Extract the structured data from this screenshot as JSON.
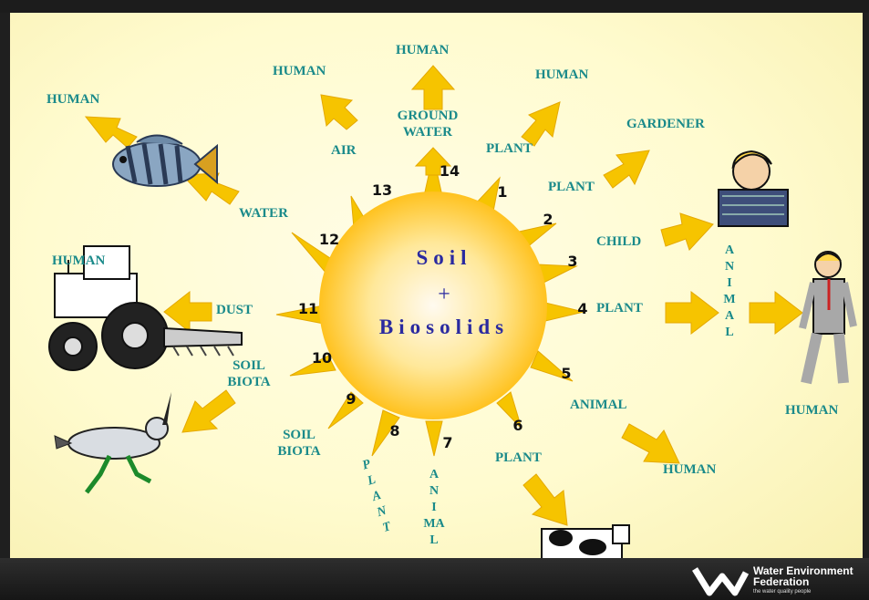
{
  "center": {
    "line1": "Soil",
    "plus": "+",
    "line2": "Biosolids"
  },
  "colors": {
    "arrow": "#f6c400",
    "label": "#1a8a8a",
    "center_text": "#2a2aa0",
    "sun": "#ffd54a"
  },
  "numbers": [
    "1",
    "2",
    "3",
    "4",
    "5",
    "6",
    "7",
    "8",
    "9",
    "10",
    "11",
    "12",
    "13",
    "14"
  ],
  "labels": {
    "plant_1": "PLANT",
    "human_1": "HUMAN",
    "plant_2": "PLANT",
    "gardener": "GARDENER",
    "child": "CHILD",
    "plant_4": "PLANT",
    "animal_5": "ANIMAL",
    "human_5": "HUMAN",
    "plant_6": "PLANT",
    "soil_biota_9": "SOIL BIOTA",
    "soil_biota_10": "SOIL BIOTA",
    "dust": "DUST",
    "human_dust": "HUMAN",
    "water": "WATER",
    "human_water": "HUMAN",
    "air": "AIR",
    "human_air": "HUMAN",
    "ground_water": "GROUND WATER",
    "human_top": "HUMAN",
    "human_right": "HUMAN"
  },
  "vertical_labels": {
    "animal_4": [
      "A",
      "N",
      "I",
      "M",
      "A",
      "L"
    ],
    "animal_7": [
      "A",
      "N",
      "I",
      "MA",
      "L"
    ],
    "plant_8": [
      "P",
      "L",
      "A",
      "N",
      "T"
    ]
  },
  "logo": {
    "name": "Water Environment Federation",
    "tagline": "the water quality people"
  },
  "icons": [
    "fish-icon",
    "tractor-icon",
    "bird-icon",
    "cow-icon",
    "child-icon",
    "man-icon",
    "logo-icon"
  ]
}
